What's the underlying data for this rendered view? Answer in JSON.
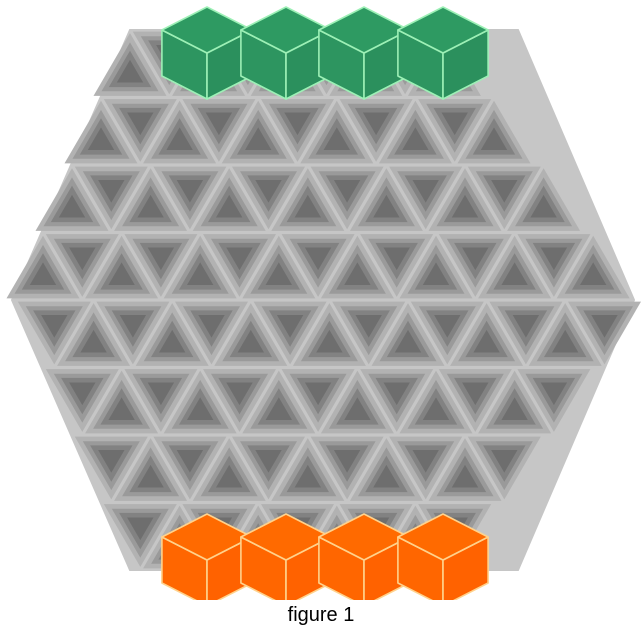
{
  "caption": "figure 1",
  "board": {
    "shape": "hexagon",
    "cell_shape": "triangle",
    "colors": {
      "board_edge": "#c6c6c6",
      "cell_outer": "#b2b2b2",
      "cell_mid": "#9a9a9a",
      "cell_inner": "#828282",
      "cell_core": "#6e6e6e"
    }
  },
  "pieces": {
    "top_player": {
      "shape": "cube",
      "count": 4,
      "colors": {
        "top": "#2e9a62",
        "left": "#2d9560",
        "right": "#2b905d",
        "edge": "#9df0b6"
      }
    },
    "bottom_player": {
      "shape": "cube",
      "count": 4,
      "colors": {
        "top": "#ff6a00",
        "left": "#ff6600",
        "right": "#ff6200",
        "edge": "#ffd28c"
      }
    }
  }
}
